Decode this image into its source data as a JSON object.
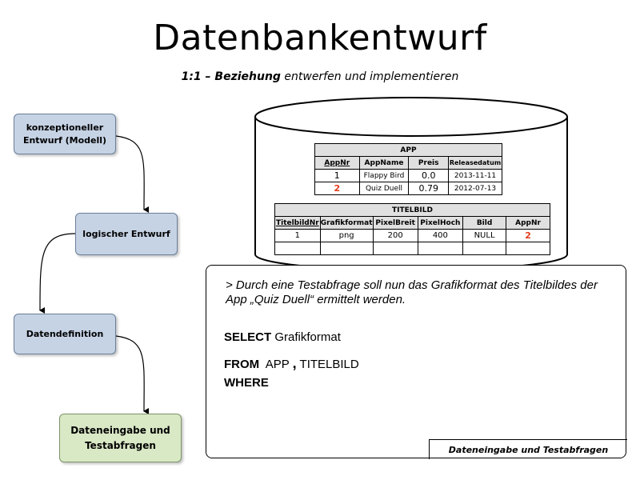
{
  "title": "Datenbankentwurf",
  "subtitle": {
    "bold": "1:1 – Beziehung",
    "rest": " entwerfen und implementieren"
  },
  "flow": {
    "step1": "konzeptioneller Entwurf (Modell)",
    "step2": "logischer Entwurf",
    "step3": "Datendefinition",
    "step4": "Dateneingabe und Testabfragen"
  },
  "app_table": {
    "caption": "APP",
    "headers": [
      "AppNr",
      "AppName",
      "Preis",
      "Releasedatum"
    ],
    "rows": [
      [
        "1",
        "Flappy Bird",
        "0.0",
        "2013-11-11"
      ],
      [
        "2",
        "Quiz Duell",
        "0.79",
        "2012-07-13"
      ]
    ]
  },
  "titelbild_table": {
    "caption": "TITELBILD",
    "headers": [
      "TitelbildNr",
      "Grafikformat",
      "PixelBreit",
      "PixelHoch",
      "Bild",
      "AppNr"
    ],
    "rows": [
      [
        "1",
        "png",
        "200",
        "400",
        "NULL",
        "2"
      ]
    ]
  },
  "query": {
    "task": "> Durch eine Testabfrage soll nun das Grafikformat des Titelbildes der App „Quiz Duell“ ermittelt werden.",
    "select_kw": "SELECT",
    "select_val": "Grafikformat",
    "from_kw": "FROM",
    "from_val1": "APP",
    "comma": ",",
    "from_val2": "TITELBILD",
    "where_kw": "WHERE"
  },
  "footer": "Dateneingabe und Testabfragen",
  "colors": {
    "flow_blue": "#c6d3e5",
    "flow_green": "#d9e8c5",
    "foreign_key_red": "#e03c1b"
  }
}
